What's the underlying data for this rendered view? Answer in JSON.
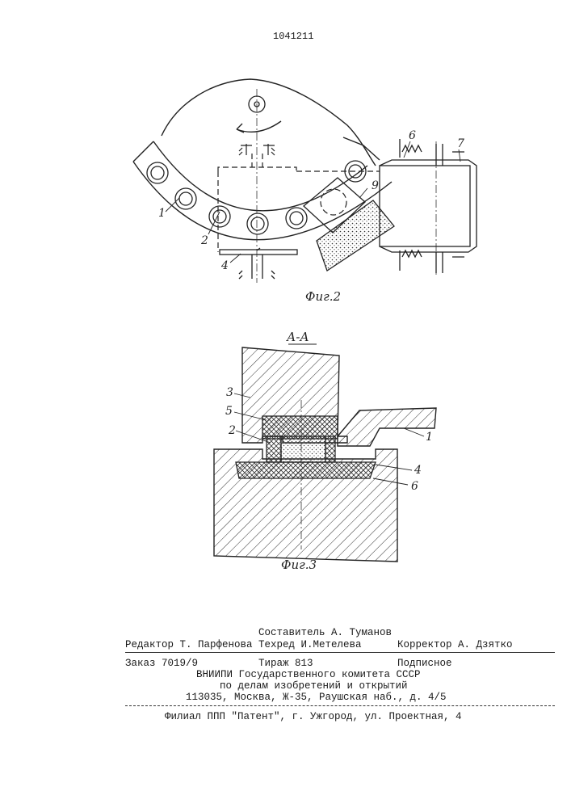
{
  "patent_number": "1041211",
  "fig2": {
    "caption": "Фиг.2",
    "labels": {
      "l1": "1",
      "l2": "2",
      "l4": "4",
      "l6": "6",
      "l7": "7",
      "l9": "9"
    }
  },
  "fig3": {
    "section": "А-А",
    "caption": "Фиг.3",
    "labels": {
      "l1": "1",
      "l2": "2",
      "l3": "3",
      "l4": "4",
      "l5": "5",
      "l6": "6"
    }
  },
  "imprint": {
    "compiler": "Составитель А. Туманов",
    "editor": "Редактор Т. Парфенова",
    "techred": "Техред И.Метелева",
    "corrector": "Корректор А. Дзятко",
    "order": "Заказ 7019/9",
    "circulation": "Тираж 813",
    "subscription": "Подписное",
    "org1": "ВНИИПИ Государственного комитета СССР",
    "org2": "по делам изобретений и открытий",
    "address": "113035, Москва, Ж-35, Раушская наб., д. 4/5",
    "branch": "Филиал ППП \"Патент\", г. Ужгород, ул. Проектная, 4"
  }
}
